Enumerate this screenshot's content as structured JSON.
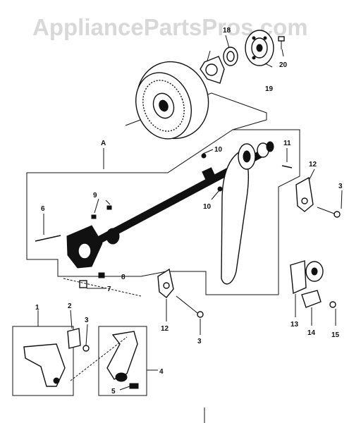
{
  "watermark": "AppliancePartsPros.com",
  "callouts": {
    "A": "A",
    "n1": "1",
    "n2": "2",
    "n3a": "3",
    "n3b": "3",
    "n3c": "3",
    "n4": "4",
    "n5": "5",
    "n6": "6",
    "n7": "7",
    "n8": "8",
    "n9": "9",
    "n10a": "10",
    "n10b": "10",
    "n11": "11",
    "n12a": "12",
    "n12b": "12",
    "n13": "13",
    "n14": "14",
    "n15": "15",
    "n18": "18",
    "n19": "19",
    "n20": "20"
  }
}
